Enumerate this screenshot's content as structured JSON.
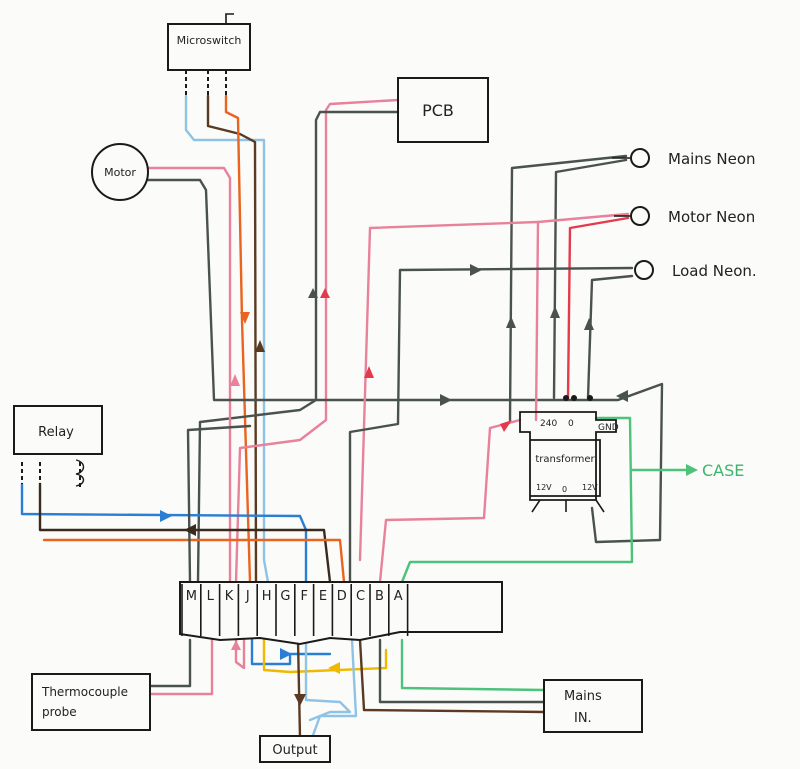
{
  "components": {
    "microswitch": "Microswitch",
    "pcb": "PCB",
    "motor": "Motor",
    "relay": "Relay",
    "mains_neon": "Mains Neon",
    "motor_neon": "Motor Neon",
    "load_neon": "Load Neon.",
    "transformer": "transformer",
    "thermocouple_line1": "Thermocouple",
    "thermocouple_line2": "probe",
    "output": "Output",
    "mains_in_line1": "Mains",
    "mains_in_line2": "IN.",
    "case": "CASE"
  },
  "transformer_pins": {
    "p240": "240",
    "p0": "0",
    "gnd": "GND",
    "v12_left": "12V",
    "v0": "0",
    "v12_right": "12V"
  },
  "terminal_block": {
    "labels": [
      "M",
      "L",
      "K",
      "J",
      "H",
      "G",
      "F",
      "E",
      "D",
      "C",
      "B",
      "A"
    ]
  },
  "colors": {
    "pink": "#e8819a",
    "red": "#e23b4c",
    "orange": "#e8641f",
    "brown": "#5a3a22",
    "darkgrey": "#4a5250",
    "lightblue": "#8ec3e6",
    "blue": "#2a7fd4",
    "yellow": "#f0b800",
    "green": "#4cc27a",
    "black": "#1a1a1a"
  }
}
